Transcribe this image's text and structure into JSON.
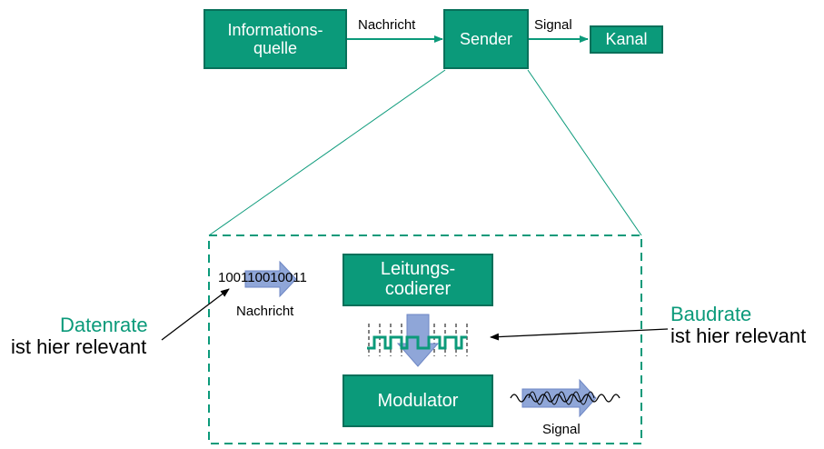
{
  "top": {
    "source_label": "Informations-\nquelle",
    "sender_label": "Sender",
    "channel_label": "Kanal",
    "message_edge_label": "Nachricht",
    "signal_edge_label": "Signal"
  },
  "detail": {
    "bits": "100110010011",
    "message_caption": "Nachricht",
    "line_coder_label": "Leitungs-\ncodierer",
    "modulator_label": "Modulator",
    "signal_caption": "Signal"
  },
  "notes": {
    "data_rate_title": "Datenrate",
    "data_rate_text": "ist hier relevant",
    "baud_rate_title": "Baudrate",
    "baud_rate_text": "ist hier relevant"
  },
  "colors": {
    "box_fill": "#0b9a7a",
    "box_border": "#08705a",
    "arrow_fill": "#8fa6d8",
    "accent_text": "#0b9a7a"
  }
}
